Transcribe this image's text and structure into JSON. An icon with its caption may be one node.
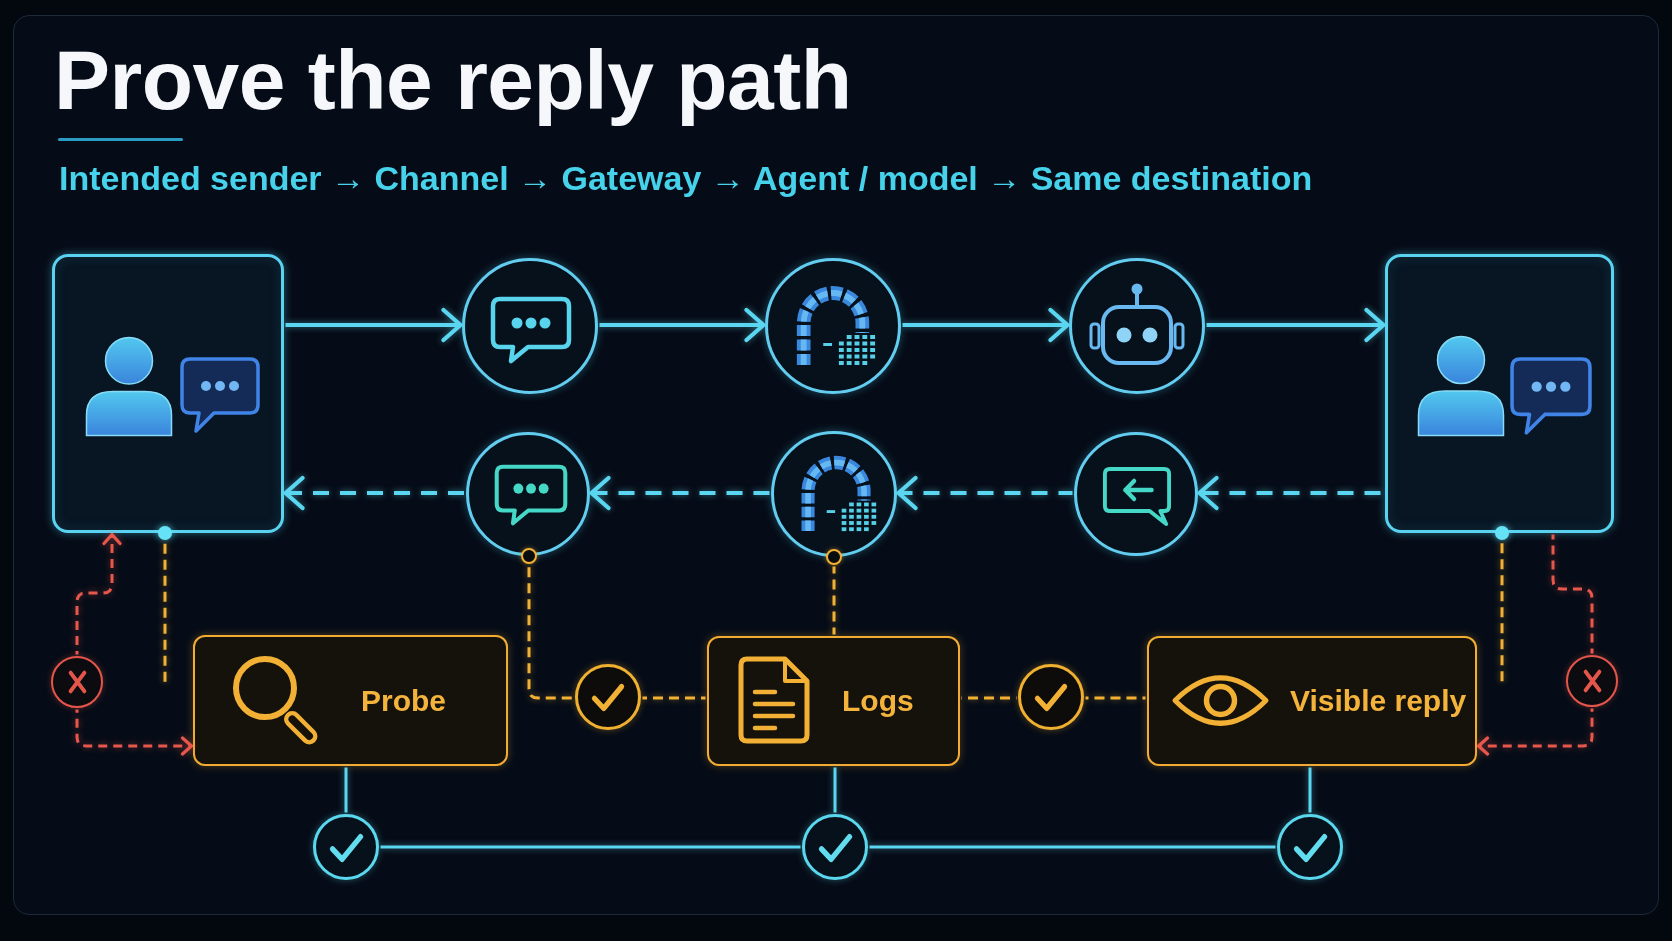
{
  "diagram": {
    "title": "Prove the reply path",
    "nodes": [
      {
        "text": [],
        "shape": "box"
      },
      {
        "text": [],
        "shape": "circle"
      },
      {
        "text": [],
        "shape": "circle"
      },
      {
        "text": [],
        "shape": "circle"
      },
      {
        "text": [],
        "shape": "box"
      },
      {
        "text": [],
        "shape": "circle"
      },
      {
        "text": [],
        "shape": "circle"
      },
      {
        "text": [],
        "shape": "circle"
      },
      {
        "text": [],
        "shape": "circle"
      },
      {
        "text": [],
        "shape": "circle"
      },
      {
        "text": [],
        "shape": "circle"
      },
      {
        "text": [],
        "shape": "circle"
      },
      {
        "text": [],
        "shape": "circle"
      },
      {
        "text": [
          "Probe"
        ]
      },
      {
        "text": [],
        "shape": "circle"
      },
      {
        "text": [
          "Logs"
        ]
      },
      {
        "text": [],
        "shape": "circle"
      },
      {
        "text": [
          "Visible reply"
        ]
      },
      {
        "text": [],
        "shape": "circle"
      },
      {
        "text": [],
        "shape": "circle"
      },
      {
        "text": [],
        "shape": "circle"
      },
      {
        "text": [],
        "shape": "circle"
      }
    ],
    "edges": [
      {
        "from": 0,
        "to": 1,
        "arrow": "to"
      },
      {
        "from": 1,
        "to": 2,
        "arrow": "to"
      },
      {
        "from": 2,
        "to": 3,
        "arrow": "to"
      },
      {
        "from": 3,
        "to": 4,
        "arrow": "to"
      },
      {
        "from": 4,
        "to": 7,
        "arrow": "to",
        "style": "dashed"
      },
      {
        "from": 7,
        "to": 6,
        "arrow": "to",
        "style": "dashed"
      },
      {
        "from": 6,
        "to": 5,
        "arrow": "to",
        "style": "dashed"
      },
      {
        "from": 5,
        "to": 0,
        "arrow": "to",
        "style": "dashed"
      },
      {
        "from": 8,
        "to": null,
        "arrow": "none",
        "style": "dashed",
        "color": "#f2b134"
      },
      {
        "from": 9,
        "to": 14,
        "arrow": "none",
        "style": "dashed",
        "color": "#f2b134"
      },
      {
        "from": 14,
        "to": 15,
        "arrow": "none",
        "style": "dashed",
        "color": "#f2b134"
      },
      {
        "from": 10,
        "to": 15,
        "arrow": "none",
        "style": "dashed",
        "color": "#f2b134"
      },
      {
        "from": 15,
        "to": 16,
        "arrow": "none",
        "style": "dashed",
        "color": "#f2b134"
      },
      {
        "from": 16,
        "to": 17,
        "arrow": "none",
        "style": "dashed",
        "color": "#f2b134"
      },
      {
        "from": 11,
        "to": null,
        "arrow": "none",
        "style": "dashed",
        "color": "#f2b134"
      },
      {
        "from": 12,
        "to": 0,
        "arrow": "to",
        "style": "dashed",
        "color": "#e8574b"
      },
      {
        "from": 12,
        "to": 13,
        "arrow": "to",
        "style": "dashed",
        "color": "#e8574b"
      },
      {
        "from": 4,
        "to": 18,
        "arrow": "none",
        "style": "dashed",
        "color": "#e8574b"
      },
      {
        "from": 18,
        "to": 17,
        "arrow": "to",
        "style": "dashed",
        "color": "#e8574b"
      },
      {
        "from": 13,
        "to": 19,
        "arrow": "none"
      },
      {
        "from": 15,
        "to": 20,
        "arrow": "none"
      },
      {
        "from": 17,
        "to": 21,
        "arrow": "none"
      },
      {
        "from": 19,
        "to": 20,
        "arrow": "none"
      },
      {
        "from": 20,
        "to": 21,
        "arrow": "none"
      }
    ],
    "labels": [
      "Intended sender → Channel → Gateway → Agent / model → Same destination"
    ]
  }
}
